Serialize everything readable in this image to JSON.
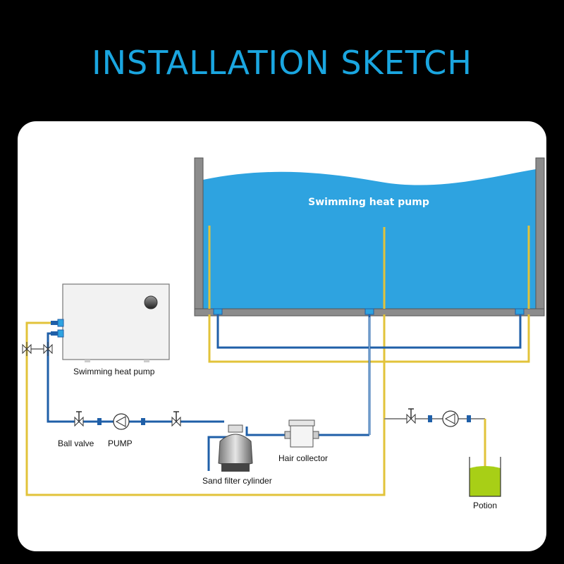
{
  "page": {
    "title": "INSTALLATION SKETCH"
  },
  "colors": {
    "accent": "#1aa6e0",
    "water": "#2ea3e0",
    "pipe_blue": "#1f5fa8",
    "pipe_yellow": "#e2c33a",
    "potion_liquid": "#a8cf16",
    "wall_gray": "#8c8c8c"
  },
  "labels": {
    "pool": "Swimming heat pump",
    "heat_pump": "Swimming heat pump",
    "ball_valve": "Ball valve",
    "pump": "PUMP",
    "sand_filter": "Sand filter cylinder",
    "hair_collector": "Hair collector",
    "potion": "Potion"
  }
}
